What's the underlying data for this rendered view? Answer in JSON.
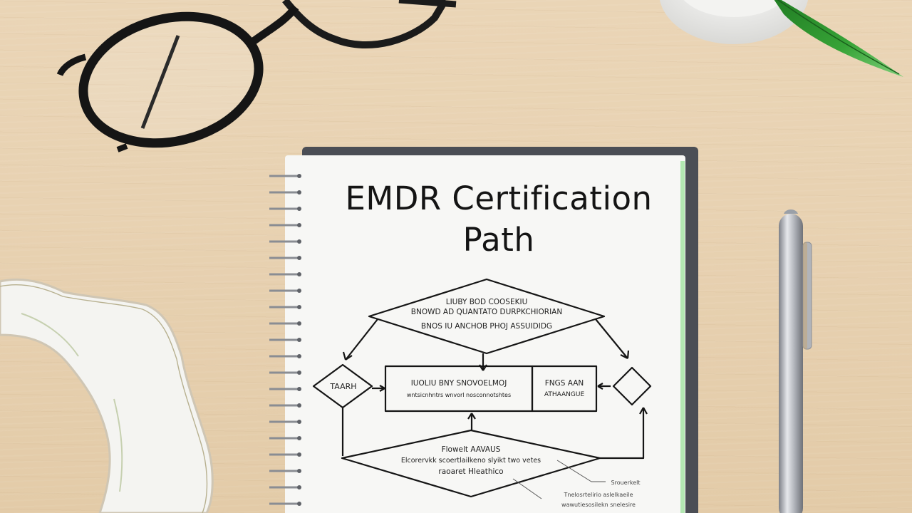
{
  "notebook": {
    "title_line1": "EMDR Certification",
    "title_line2": "Path"
  },
  "flowchart": {
    "top_diamond_lines": [
      "LIUBY BOD COOSEKIU",
      "BNOWD AD QUANTATO DURPKCHIORIAN",
      "BNOS IU ANCHOB PHOJ ASSUIDIDG"
    ],
    "left_diamond_label": "TAARH",
    "center_box_lines": [
      "IUOLIU BNY SNOVOELMOJ",
      "wntsicnhntrs wnvorl nosconnotshtes"
    ],
    "right_box_lines": [
      "FNGS AAN",
      "ATHAANGUE"
    ],
    "bottom_diamond_lines": [
      "Flowelt AAVAUS",
      "Elcorervkk scoertlailkeno slyikt two vetes",
      "raoaret Hleathico"
    ],
    "margin_notes": [
      "Srouerkelt",
      "Tnelosrtelirio aslelkaeile",
      "wawutiesosilekn snelesire"
    ]
  },
  "colors": {
    "desk": "#e8d2b2",
    "paper": "#f7f7f5",
    "ink": "#141414",
    "leaf": "#2f9a2e"
  }
}
